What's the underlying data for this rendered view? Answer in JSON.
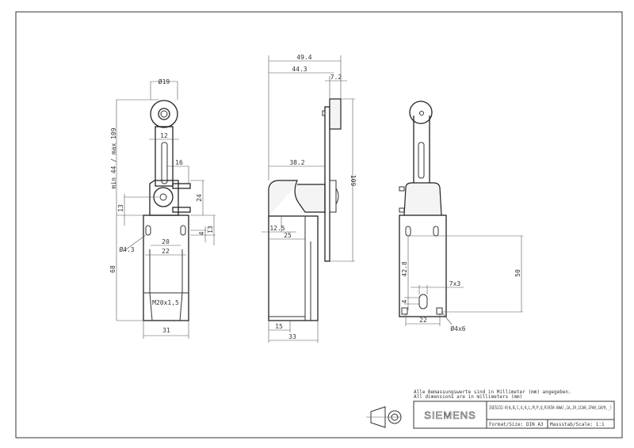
{
  "front_view": {
    "roller_diameter": "Ø19",
    "lever_length": "min 44 / max 109",
    "lever_width": "12",
    "dim_16": "16",
    "dim_24": "24",
    "dim_13_left": "13",
    "dim_13_right": "13",
    "dim_4": "4",
    "hole_diameter": "Ø4.3",
    "dim_20": "20",
    "dim_22": "22",
    "dim_68": "68",
    "thread": "M20x1,5",
    "dim_31": "31"
  },
  "side_view": {
    "dim_49_4": "49.4",
    "dim_44_3": "44.3",
    "dim_7_2": "7.2",
    "dim_38_2": "38.2",
    "dim_109": "109",
    "dim_12_5": "12.5",
    "dim_25": "25",
    "dim_15": "15",
    "dim_33": "33"
  },
  "rear_view": {
    "dim_50": "50",
    "dim_42_8": "42.8",
    "slot": "7x3",
    "dim_4": "4",
    "dim_22": "22",
    "hole": "Ø4x6"
  },
  "title_block": {
    "note_de": "Alle Bemassungswerte sind in Millimeter (mm) angegeben.",
    "note_en": "All dimensions are in millimeters (mm)",
    "logo": "SIEMENS",
    "part_number": "3SE5232-0(A,B,C,G,K,L,M,P,Q,R)K50-0AA(,1A,J0,1CA0,1FA0,1AY0,_)",
    "format": "Format/Size: DIN A3",
    "scale": "Massstab/Scale: 1:1"
  }
}
